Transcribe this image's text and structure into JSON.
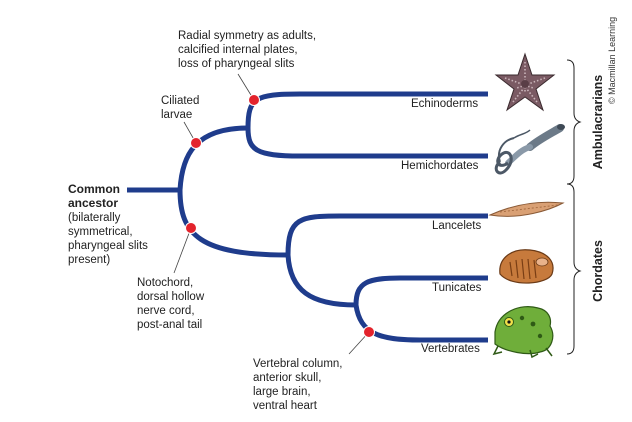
{
  "credit": "© Macmillan Learning",
  "root": {
    "title_line1": "Common",
    "title_line2": "ancestor",
    "desc": [
      "(bilaterally",
      "symmetrical,",
      "pharyngeal slits",
      "present)"
    ]
  },
  "traits": {
    "ciliated": [
      "Ciliated",
      "larvae"
    ],
    "radial": [
      "Radial symmetry as adults,",
      "calcified internal plates,",
      "loss of pharyngeal slits"
    ],
    "notochord": [
      "Notochord,",
      "dorsal hollow",
      "nerve cord,",
      "post-anal tail"
    ],
    "vertebral": [
      "Vertebral column,",
      "anterior skull,",
      "large brain,",
      "ventral heart"
    ]
  },
  "taxa": {
    "echinoderms": "Echinoderms",
    "hemichordates": "Hemichordates",
    "lancelets": "Lancelets",
    "tunicates": "Tunicates",
    "vertebrates": "Vertebrates"
  },
  "groups": {
    "ambulacrarians": "Ambulacrarians",
    "chordates": "Chordates"
  },
  "colors": {
    "branch": "#1f3c8c",
    "node_dot": "#e3232c",
    "leader": "#444444"
  },
  "icons": [
    "starfish-icon",
    "acorn-worm-icon",
    "lancelet-icon",
    "tunicate-icon",
    "frog-icon"
  ]
}
